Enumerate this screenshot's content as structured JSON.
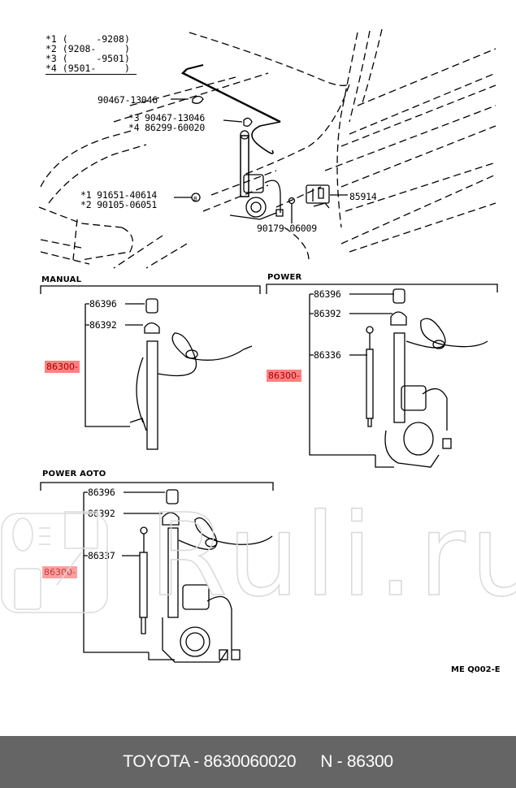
{
  "legend": {
    "rows": [
      {
        "mark": "*1",
        "range": "(     -9208)"
      },
      {
        "mark": "*2",
        "range": "(9208-     )"
      },
      {
        "mark": "*3",
        "range": "(     -9501)"
      },
      {
        "mark": "*4",
        "range": "(9501-     )"
      }
    ]
  },
  "overview": {
    "callouts": {
      "clip_a": "90467-13046",
      "clip_b_line1": "*3 90467-13046",
      "clip_b_line2": "*4 86299-60020",
      "bolt_line1": "*1 91651-40614",
      "bolt_line2": "*2 90105-06051",
      "relay": "85914",
      "nut": "90179-06009"
    }
  },
  "sections": {
    "manual": {
      "title": "MANUAL",
      "parts": [
        "86396",
        "86392"
      ],
      "assembly": "86300"
    },
    "power": {
      "title": "POWER",
      "parts": [
        "86396",
        "86392",
        "86336"
      ],
      "assembly": "86300"
    },
    "power_auto": {
      "title": "POWER AOTO",
      "parts": [
        "86396",
        "86392",
        "86337"
      ],
      "assembly": "86300"
    }
  },
  "diagram_code": "ME  Q002-E",
  "watermark": "Ruli.ru",
  "colors": {
    "highlight_bg": "#ff8080",
    "highlight_text": "#a00000",
    "footer_bg": "#656565",
    "footer_text": "#ffffff"
  },
  "footer": {
    "brand_part": "TOYOTA - 8630060020",
    "number": "N - 86300"
  }
}
